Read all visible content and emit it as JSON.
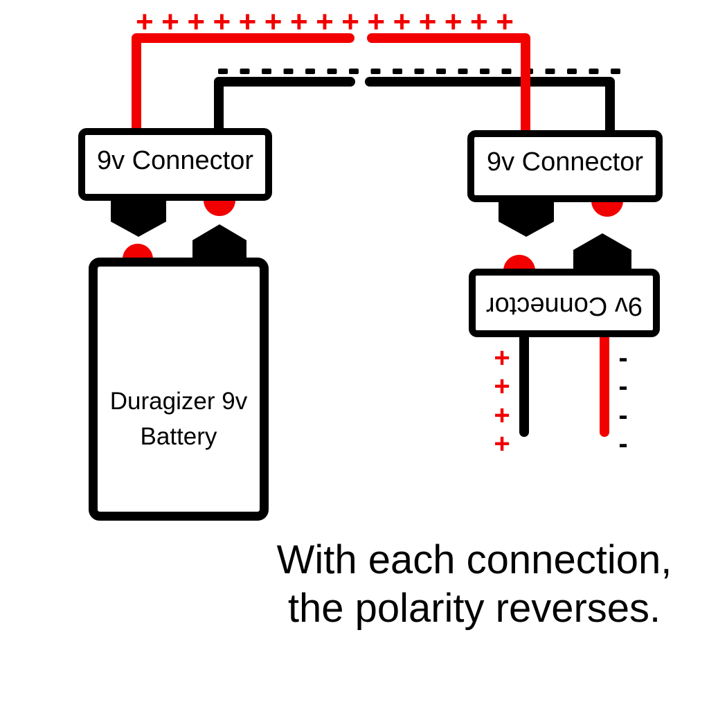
{
  "colors": {
    "wire_red": "#f20000",
    "wire_black": "#000000",
    "text": "#000000",
    "background": "#ffffff"
  },
  "top_bus": {
    "plus_row": {
      "symbol": "+",
      "count": 15
    },
    "minus_row": {
      "symbol": "-",
      "count": 19
    }
  },
  "left_connector": {
    "label": "9v Connector"
  },
  "battery": {
    "label_line1": "Duragizer 9v",
    "label_line2": "Battery"
  },
  "right_connector_top": {
    "label": "9v Connector"
  },
  "right_connector_bottom": {
    "label": "9v Connector"
  },
  "output_leads": {
    "plus_marks": [
      "+",
      "+",
      "+",
      "+"
    ],
    "minus_marks": [
      "-",
      "-",
      "-",
      "-"
    ]
  },
  "caption": {
    "line1": "With each connection,",
    "line2": "the polarity reverses."
  }
}
